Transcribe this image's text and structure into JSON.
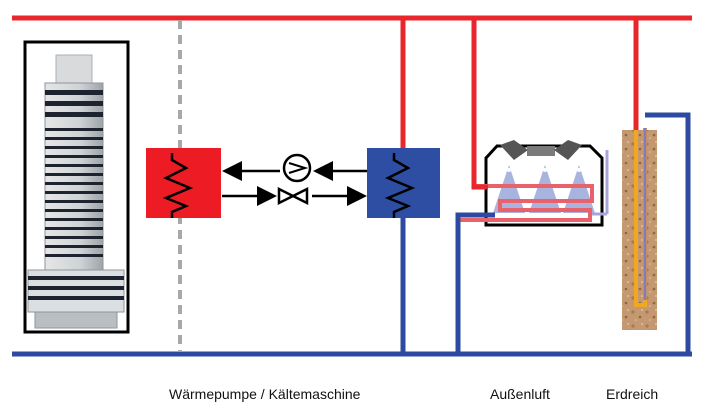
{
  "labels": {
    "heat_pump": "Wärmepumpe / Kältemaschine",
    "outdoor_air": "Außenluft",
    "ground": "Erdreich"
  },
  "colors": {
    "supply_line": "#e8262b",
    "return_line": "#2b4aa0",
    "condenser": "#ed1c24",
    "evaporator": "#2e4ea3",
    "separator": "#a8a8a8",
    "probe": "#f0a820",
    "soil": "#c49870"
  },
  "icons": [
    "building-icon",
    "compressor-icon",
    "expansion-valve-icon",
    "heat-exchanger-icon",
    "dry-cooler-icon",
    "ground-probe-icon"
  ]
}
